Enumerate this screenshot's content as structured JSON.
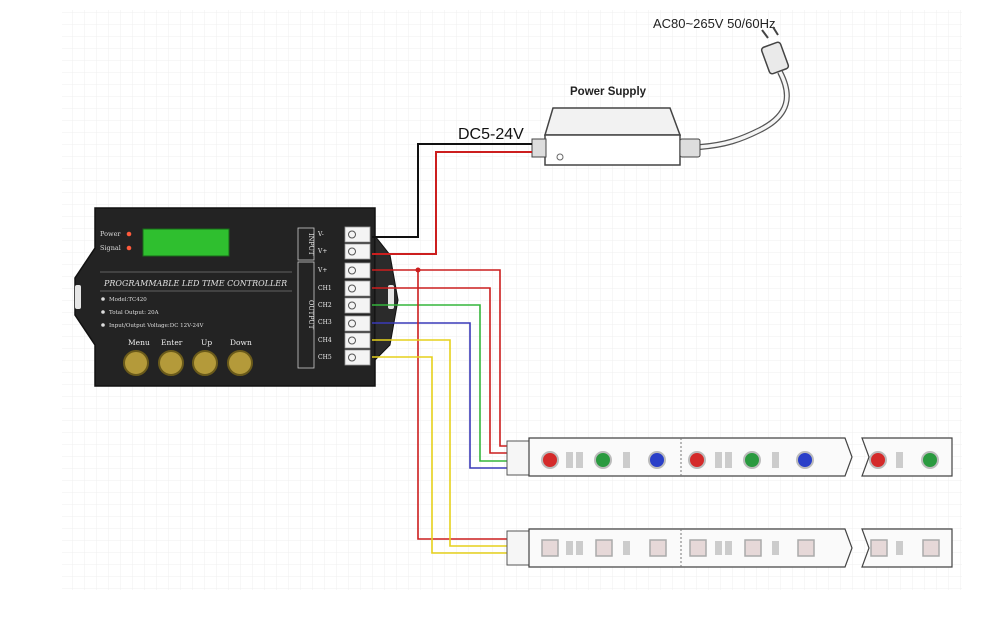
{
  "mains_label": "AC80~265V 50/60Hz",
  "psu": {
    "title": "Power Supply",
    "dc_label": "DC5-24V"
  },
  "controller": {
    "power_label": "Power",
    "signal_label": "Signal",
    "title": "PROGRAMMABLE LED TIME CONTROLLER",
    "specs": [
      "Model:TC420",
      "Total Output: 20A",
      "Input/Output Voltage:DC 12V-24V"
    ],
    "buttons": [
      "Menu",
      "Enter",
      "Up",
      "Down"
    ],
    "input_group": "INPUT",
    "output_group": "OUTPUT",
    "input_terminals": [
      "V-",
      "V+"
    ],
    "output_terminals": [
      "V+",
      "CH1",
      "CH2",
      "CH3",
      "CH4",
      "CH5"
    ]
  },
  "colors": {
    "background": "#ffffff",
    "grid": "#eeeeee",
    "controller_body": "#232323",
    "lcd": "#2fbf2f",
    "button_face": "#b49a3a",
    "wire_black": "#111111",
    "wire_red": "#cc1e1e",
    "wire_green": "#35b53c",
    "wire_blue": "#3a3ab8",
    "wire_yellow": "#e6d11c",
    "led_red": "#d42a2a",
    "led_green": "#2a9a3f",
    "led_blue": "#2a3fc8"
  },
  "strips": [
    {
      "type": "RGB strip",
      "lit": true
    },
    {
      "type": "single color strip",
      "lit": false
    }
  ]
}
